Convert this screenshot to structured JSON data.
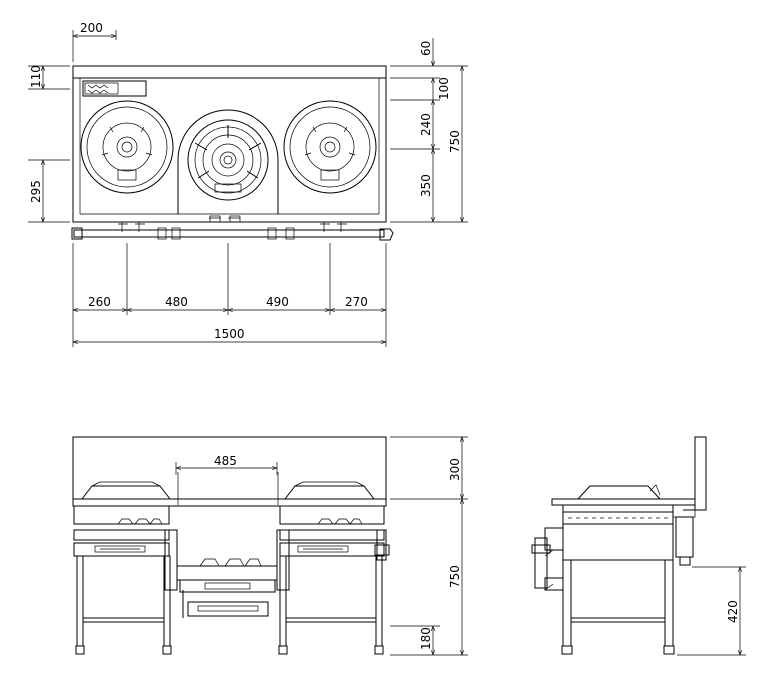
{
  "dimensions": {
    "top_offset": "200",
    "top_gap": "60",
    "top_rear": "110",
    "right_100": "100",
    "right_240": "240",
    "right_350": "350",
    "right_750": "750",
    "left_295": "295",
    "width_260": "260",
    "width_480": "480",
    "width_490": "490",
    "width_270": "270",
    "total_width": "1500",
    "center_485": "485",
    "front_300": "300",
    "front_750": "750",
    "front_180": "180",
    "side_420": "420"
  }
}
